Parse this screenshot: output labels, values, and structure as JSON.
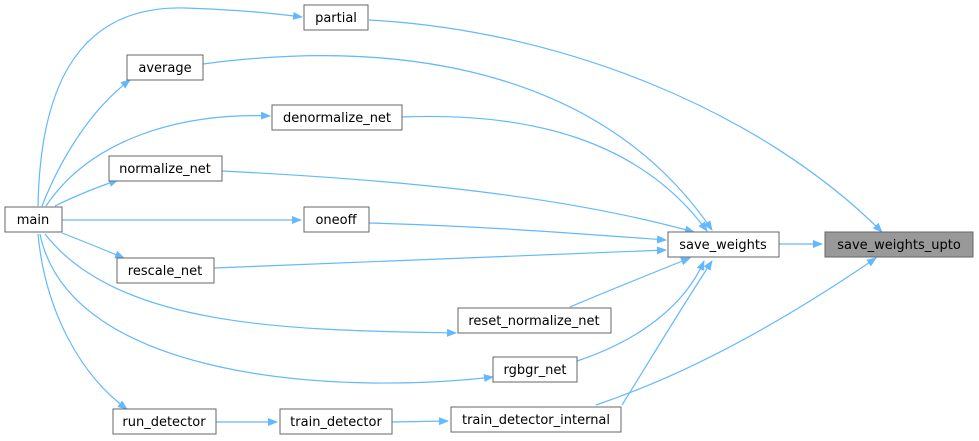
{
  "colors": {
    "edge": "#63b8ff",
    "node_border": "#666666",
    "node_fill": "#ffffff",
    "focus_fill": "#999999",
    "focus_border": "#666666",
    "text": "#000000"
  },
  "nodes": {
    "main": "main",
    "partial": "partial",
    "average": "average",
    "denormalize_net": "denormalize_net",
    "normalize_net": "normalize_net",
    "oneoff": "oneoff",
    "rescale_net": "rescale_net",
    "reset_normalize_net": "reset_normalize_net",
    "rgbgr_net": "rgbgr_net",
    "run_detector": "run_detector",
    "train_detector": "train_detector",
    "train_detector_internal": "train_detector_internal",
    "save_weights": "save_weights",
    "save_weights_upto": "save_weights_upto"
  }
}
